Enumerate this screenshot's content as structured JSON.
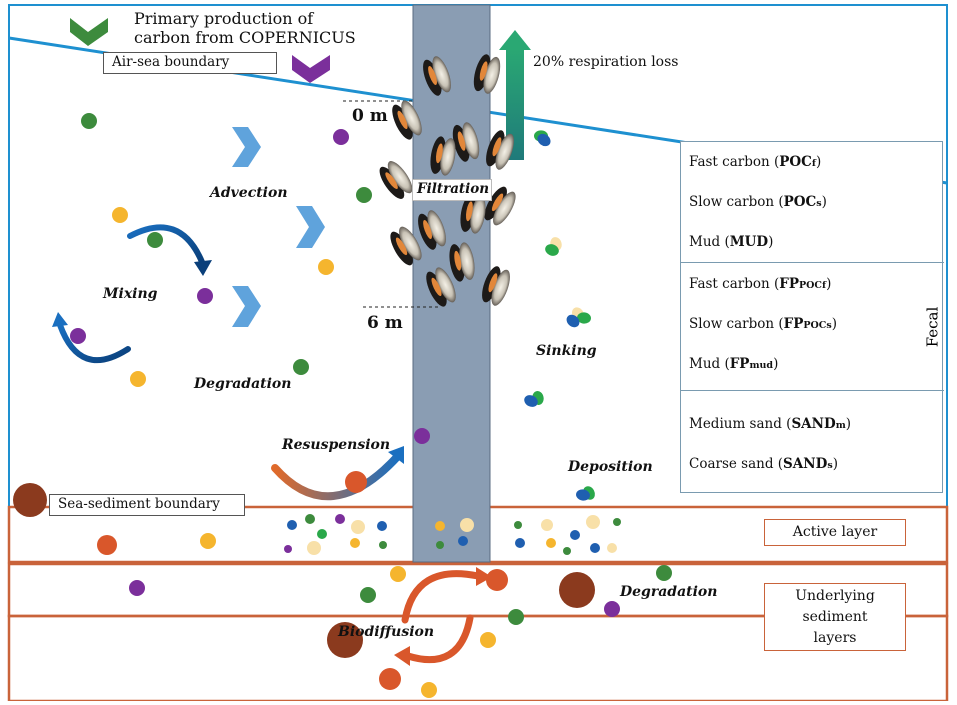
{
  "title_line1": "Primary production of",
  "title_line2": "carbon from COPERNICUS",
  "air_sea_boundary": "Air-sea boundary",
  "sea_sediment_boundary": "Sea-sediment boundary",
  "respiration": "20% respiration loss",
  "depth_0": "0 m",
  "depth_6": "6 m",
  "processes": {
    "advection": "Advection",
    "mixing": "Mixing",
    "degradation_water": "Degradation",
    "resuspension": "Resuspension",
    "filtration": "Filtration",
    "sinking": "Sinking",
    "deposition": "Deposition",
    "degradation_sediment": "Degradation",
    "biodiffusion": "Biodiffusion"
  },
  "layers": {
    "active": "Active layer",
    "underlying_line1": "Underlying",
    "underlying_line2": "sediment",
    "underlying_line3": "layers"
  },
  "legend": {
    "fast_carbon": {
      "pre": "Fast carbon (",
      "main": "POC",
      "sub": "f",
      "post": ")"
    },
    "slow_carbon": {
      "pre": "Slow carbon (",
      "main": "POC",
      "sub": "s",
      "post": ")"
    },
    "mud": {
      "pre": "Mud (",
      "main": "MUD",
      "sub": "",
      "post": ")"
    },
    "fp_fast": {
      "pre": "Fast carbon (",
      "main": "FP",
      "sub": "POCf",
      "post": ")"
    },
    "fp_slow": {
      "pre": "Slow carbon (",
      "main": "FP",
      "sub": "POCs",
      "post": ")"
    },
    "fp_mud": {
      "pre": "Mud (",
      "main": "FP",
      "sub": "mud",
      "post": ")"
    },
    "fecal": "Fecal",
    "medium_sand": {
      "pre": "Medium sand (",
      "main": "SAND",
      "sub": "m",
      "post": ")"
    },
    "coarse_sand": {
      "pre": "Coarse sand (",
      "main": "SAND",
      "sub": "s",
      "post": ")"
    }
  },
  "colors": {
    "fast_carbon": "#3d8b3d",
    "slow_carbon": "#7b2f9b",
    "mud": "#f5b52e",
    "fp_fast": "#2aa84a",
    "fp_slow": "#1f5fb0",
    "fp_mud": "#f8e0a8",
    "medium_sand": "#d9572b",
    "coarse_sand": "#8b3a1e",
    "water_line": "#1e90d0",
    "sediment_line": "#c9633a",
    "column": "#8a9db3"
  }
}
